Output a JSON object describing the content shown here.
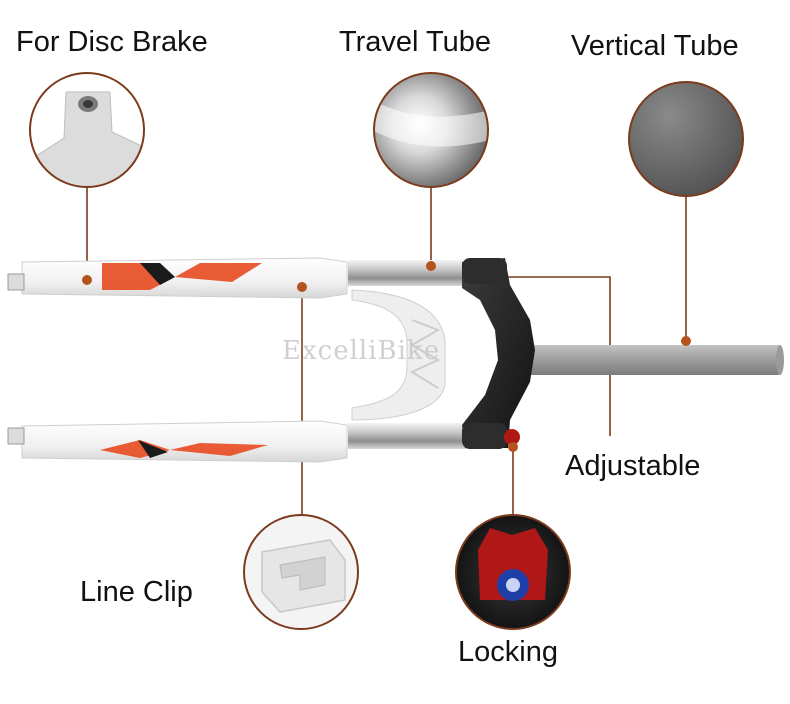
{
  "labels": {
    "disc_brake": "For Disc Brake",
    "travel_tube": "Travel Tube",
    "vertical_tube": "Vertical Tube",
    "adjustable": "Adjustable",
    "line_clip": "Line Clip",
    "locking": "Locking"
  },
  "watermark": "ExcelliBike",
  "colors": {
    "callout_line": "#7b3b1c",
    "callout_dot": "#b4531e",
    "fork_white": "#f2f2f2",
    "decal_red": "#e84a1f",
    "decal_black": "#1b1b1b",
    "crown_black": "#262626",
    "lock_red": "#b01818",
    "lock_blue": "#1f3fa8"
  },
  "icons": [
    "disc-brake-mount-icon",
    "travel-tube-icon",
    "vertical-tube-icon",
    "line-clip-icon",
    "locking-knob-icon"
  ]
}
